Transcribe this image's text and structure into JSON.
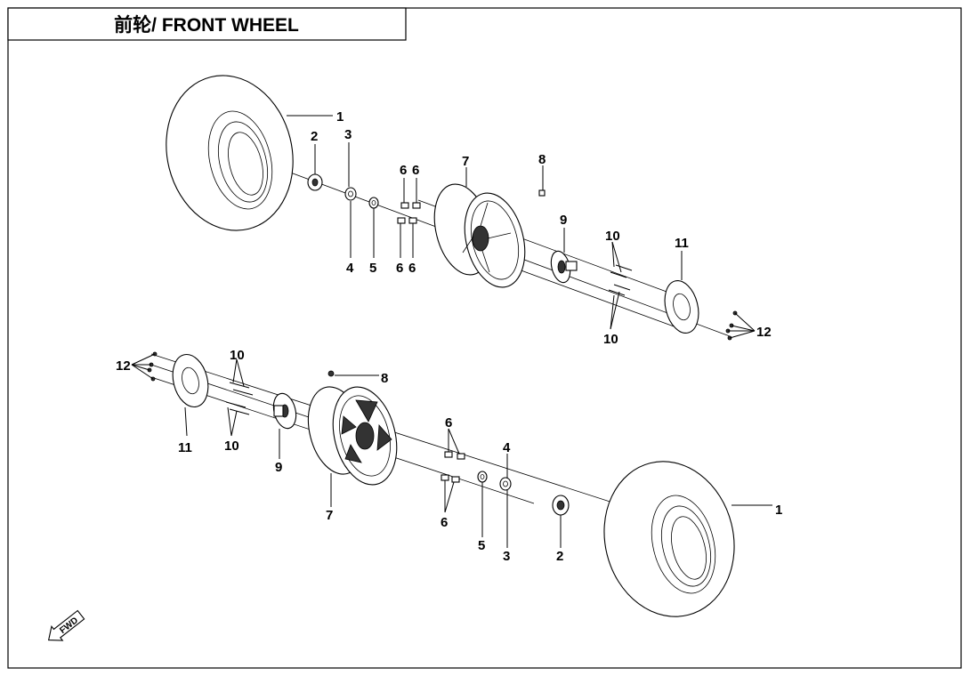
{
  "title": "前轮/ FRONT WHEEL",
  "direction_label": "FWD",
  "callouts": {
    "tire": "1",
    "cap": "2",
    "cotter_pin": "3",
    "castle_nut": "4",
    "washer": "5",
    "lug_nut": "6",
    "rim": "7",
    "valve": "8",
    "hub": "9",
    "stud_bolt": "10",
    "brake_disc": "11",
    "disc_bolt": "12"
  }
}
